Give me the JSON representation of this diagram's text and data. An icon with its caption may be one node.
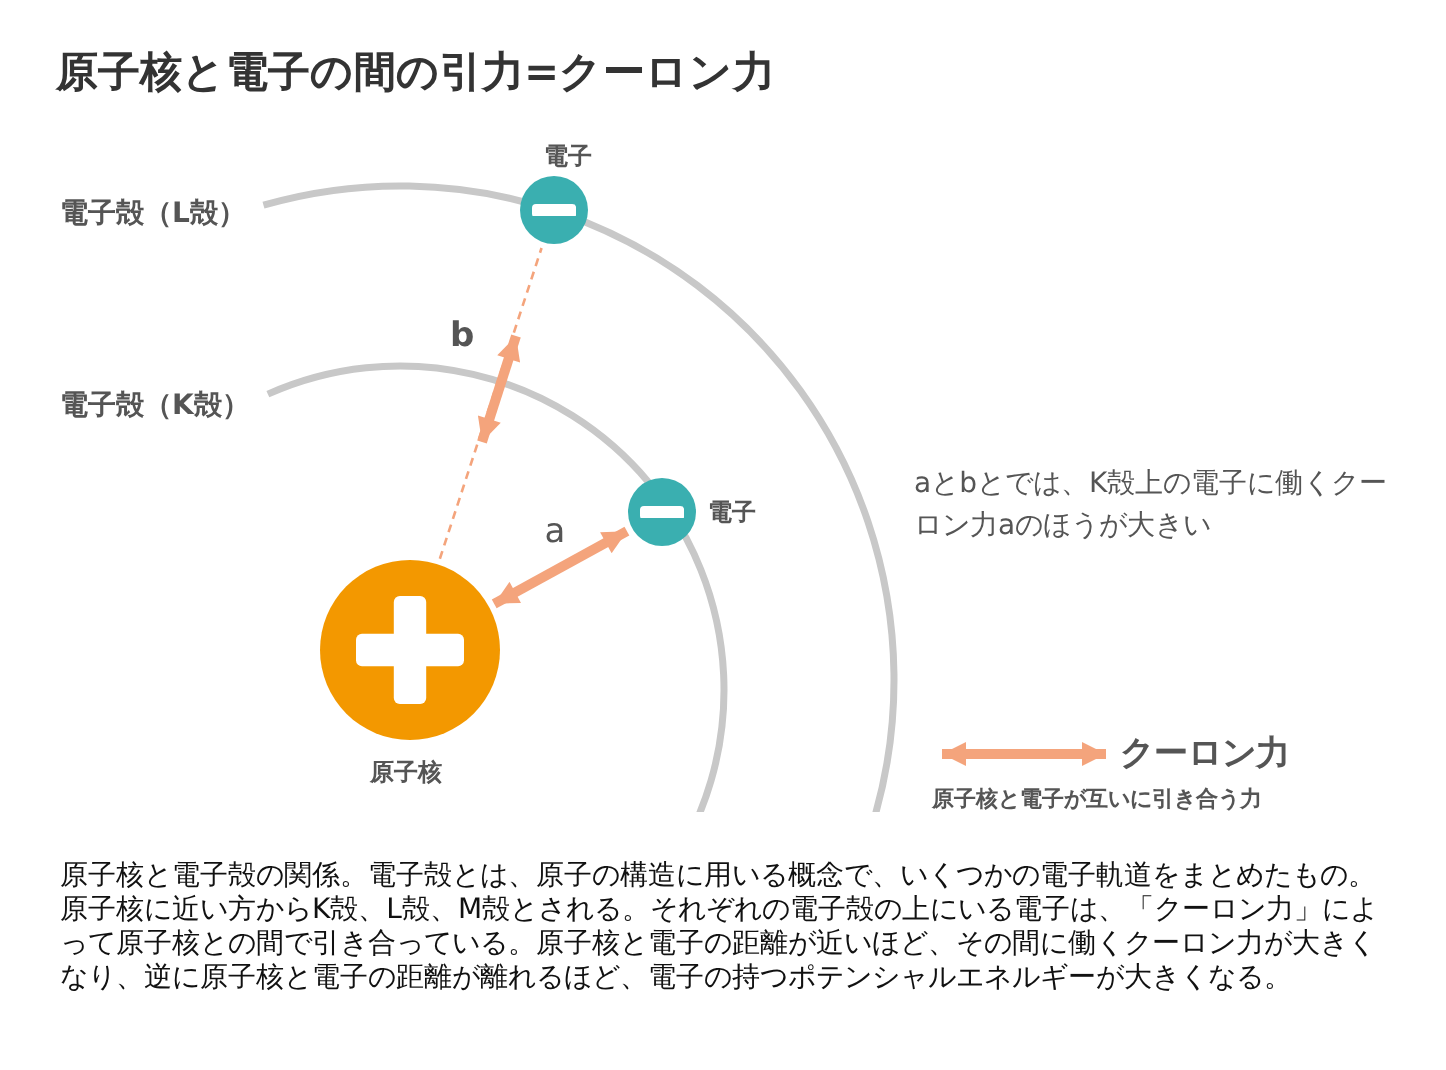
{
  "diagram": {
    "title": "原子核と電子の間の引力=クーロン力",
    "caption": "原子核と電子殻の関係。電子殻とは、原子の構造に用いる概念で、いくつかの電子軌道をまとめたもの。原子核に近い方からK殻、L殻、M殻とされる。それぞれの電子殻の上にいる電子は、「クーロン力」によって原子核との間で引き合っている。原子核と電子の距離が近いほど、その間に働くクーロン力が大きくなり、逆に原子核と電子の距離が離れるほど、電子の持つポテンシャルエネルギーが大きくなる。",
    "nodes": [
      {
        "text": [],
        "shape": "circle",
        "beside": [
          "原子核"
        ]
      },
      {
        "text": [],
        "shape": "circle",
        "beside": [
          "電子"
        ]
      },
      {
        "text": [],
        "shape": "circle",
        "beside": [
          "電子"
        ]
      }
    ],
    "edges": [
      {
        "from": 0,
        "to": 1,
        "arrow": "both",
        "label": "a",
        "style": "thick"
      },
      {
        "from": 0,
        "to": 2,
        "arrow": "none",
        "style": "dashed"
      }
    ],
    "labels": [
      "電子殻（L殻）",
      "電子殻（K殻）",
      "b",
      "aとbとでは、K殻上の電子に働くクーロン力aのほうが大きい",
      "原子核と電子が互いに引き合う力"
    ],
    "legend": [
      {
        "text": "クーロン力"
      }
    ]
  }
}
